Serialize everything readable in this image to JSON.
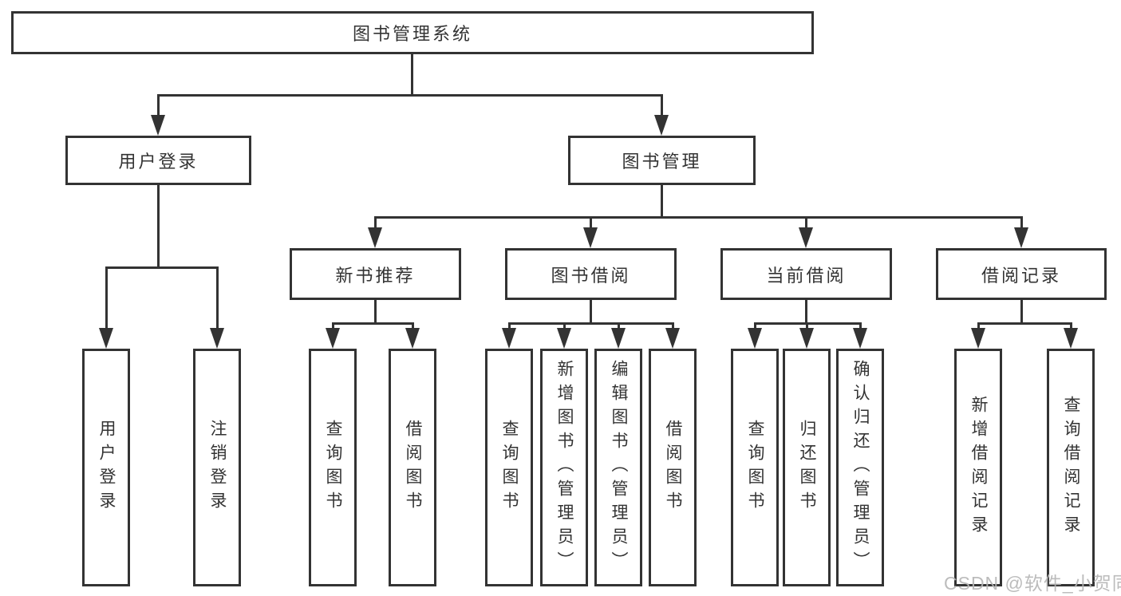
{
  "diagram": {
    "title": "图书管理系统",
    "tree": {
      "label": "图书管理系统",
      "children": [
        {
          "label": "用户登录",
          "children": [
            {
              "label": "用户登录"
            },
            {
              "label": "注销登录"
            }
          ]
        },
        {
          "label": "图书管理",
          "children": [
            {
              "label": "新书推荐",
              "children": [
                {
                  "label": "查询图书"
                },
                {
                  "label": "借阅图书"
                }
              ]
            },
            {
              "label": "图书借阅",
              "children": [
                {
                  "label": "查询图书"
                },
                {
                  "label": "新增图书（管理员）"
                },
                {
                  "label": "编辑图书（管理员）"
                },
                {
                  "label": "借阅图书"
                }
              ]
            },
            {
              "label": "当前借阅",
              "children": [
                {
                  "label": "查询图书"
                },
                {
                  "label": "归还图书"
                },
                {
                  "label": "确认归还（管理员）"
                }
              ]
            },
            {
              "label": "借阅记录",
              "children": [
                {
                  "label": "新增借阅记录"
                },
                {
                  "label": "查询借阅记录"
                }
              ]
            }
          ]
        }
      ]
    },
    "colors": {
      "line": "#333333",
      "box_border": "#333333",
      "box_fill": "#ffffff",
      "text": "#333333",
      "background": "#ffffff",
      "watermark": "#b5b5b5"
    }
  },
  "watermark": {
    "text": "CSDN @软件_小贺同学"
  }
}
